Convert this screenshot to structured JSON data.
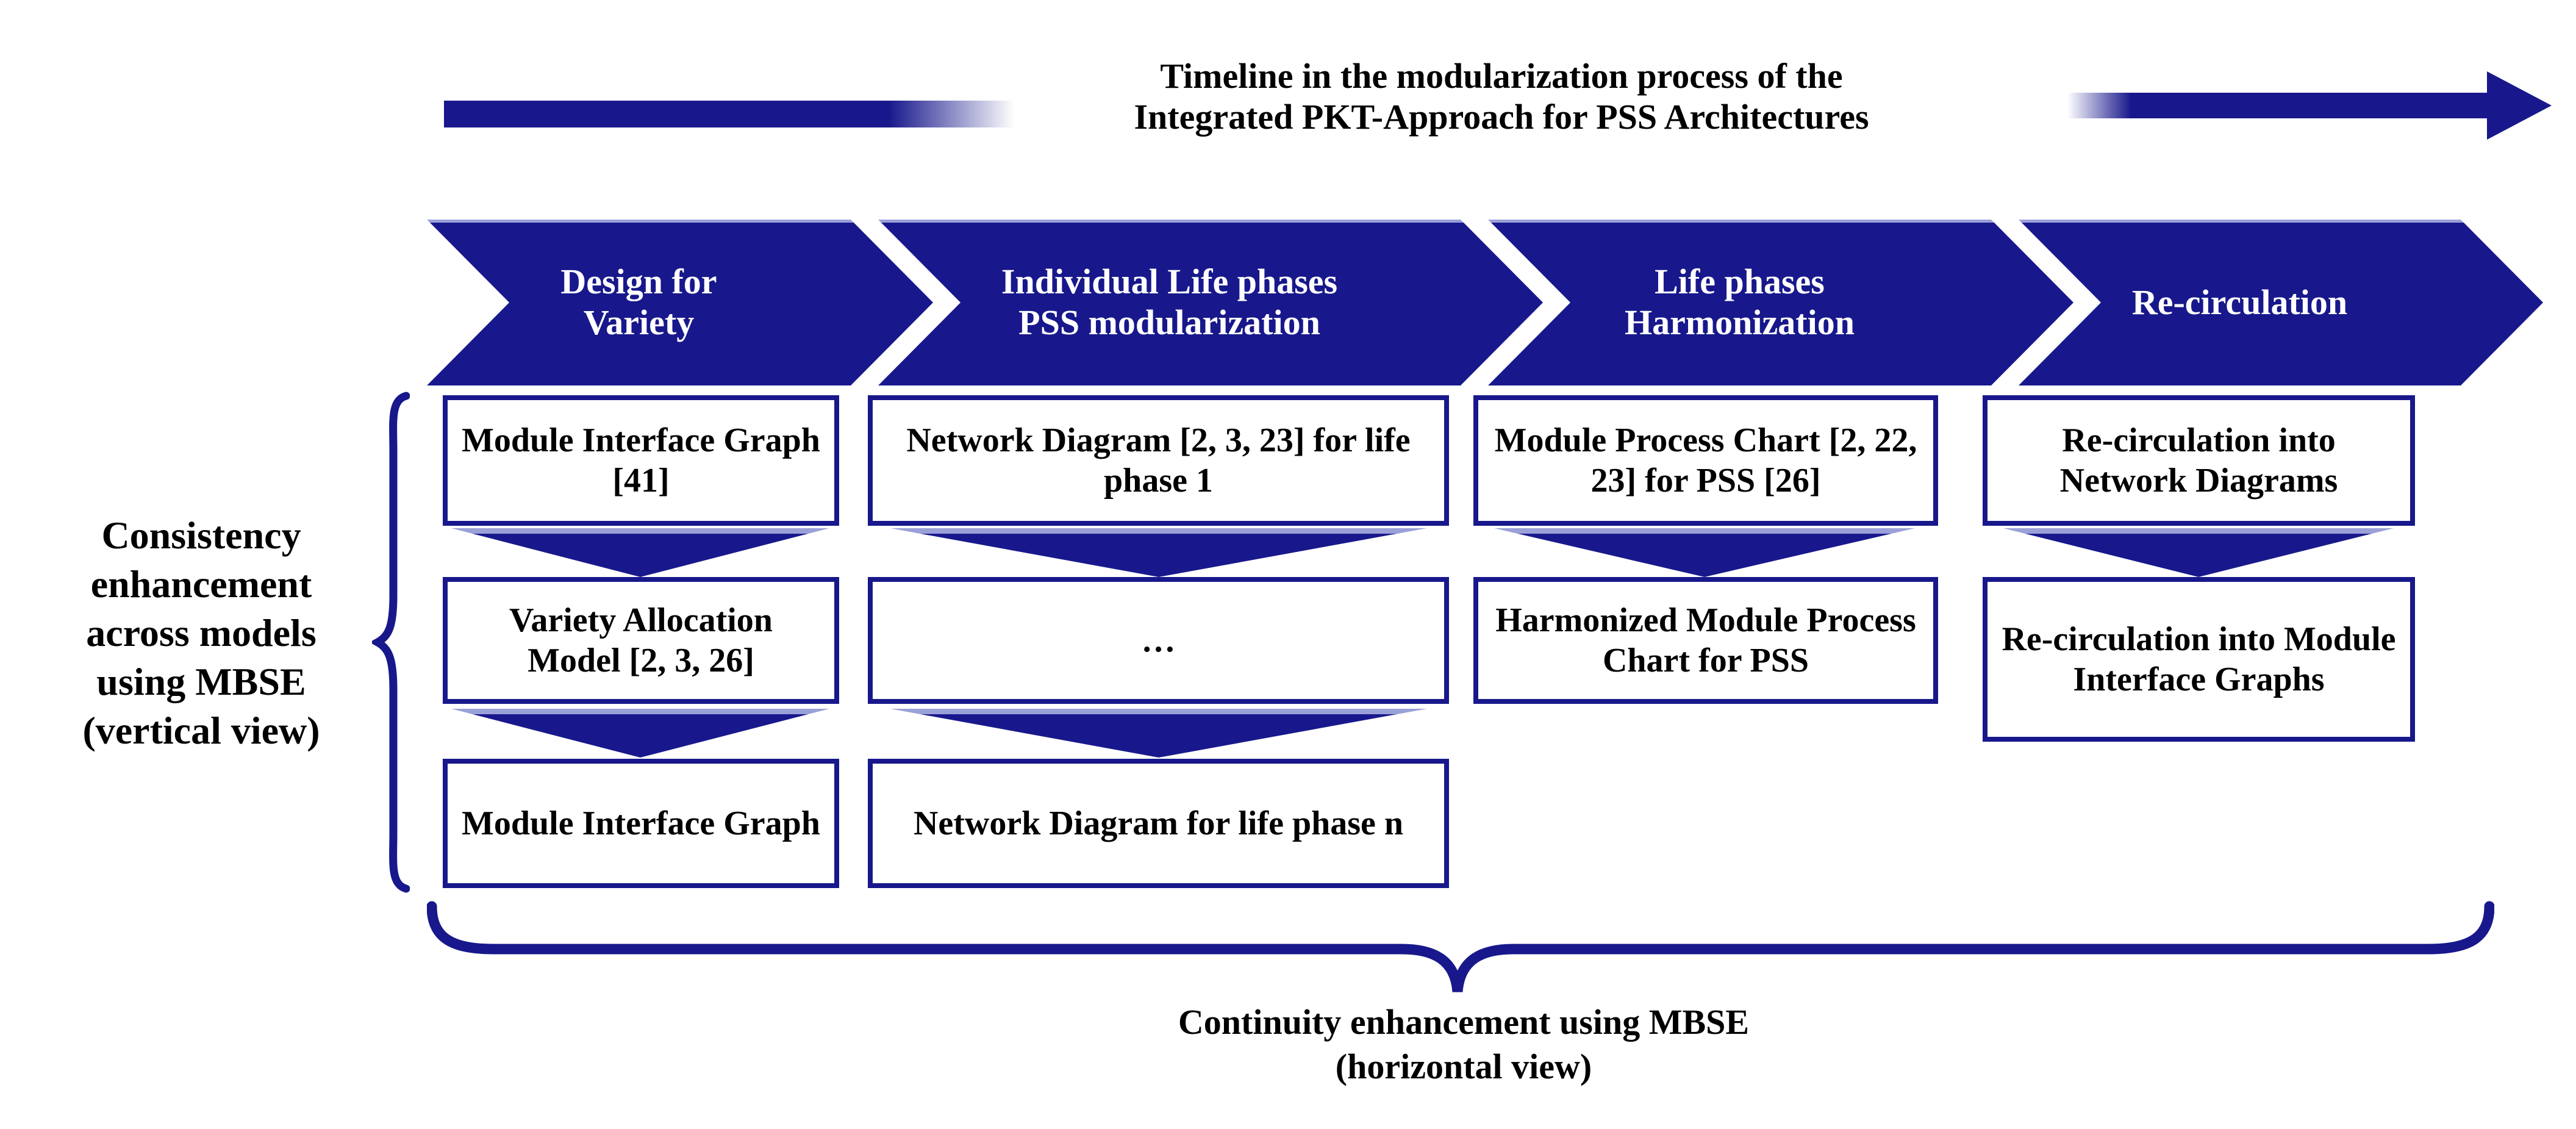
{
  "title": {
    "line1": "Timeline in the modularization process of the",
    "line2": "Integrated PKT-Approach for PSS Architectures"
  },
  "phases": [
    {
      "line1": "Design for",
      "line2": "Variety"
    },
    {
      "line1": "Individual Life phases",
      "line2": "PSS modularization"
    },
    {
      "line1": "Life phases",
      "line2": "Harmonization"
    },
    {
      "line1": "Re-circulation",
      "line2": ""
    }
  ],
  "columns": [
    {
      "boxes": [
        "Module Interface Graph [41]",
        "Variety Allocation Model [2, 3, 26]",
        "Module Interface Graph"
      ]
    },
    {
      "boxes": [
        "Network Diagram [2, 3, 23] for life phase 1",
        "…",
        "Network Diagram for life phase n"
      ]
    },
    {
      "boxes": [
        "Module Process Chart [2, 22, 23] for PSS [26]",
        "Harmonized Module Process Chart for PSS"
      ]
    },
    {
      "boxes": [
        "Re-circulation into Network Diagrams",
        "Re-circulation into Module Interface Graphs"
      ]
    }
  ],
  "left_label": {
    "lines": [
      "Consistency",
      "enhancement",
      "across models",
      "using MBSE",
      "(vertical view)"
    ]
  },
  "bottom_label": {
    "line1": "Continuity enhancement using MBSE",
    "line2": "(horizontal view)"
  },
  "colors": {
    "navy": "#18188c",
    "text": "#000000",
    "background": "#ffffff"
  }
}
